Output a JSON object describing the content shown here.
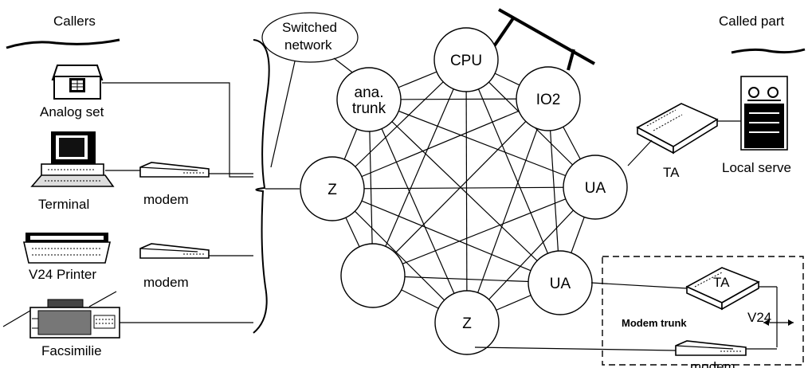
{
  "diagram": {
    "callers_heading": "Callers",
    "called_heading": "Called part",
    "switched_network": [
      "Switched",
      "network"
    ],
    "nodes": {
      "cpu": "CPU",
      "io2": "IO2",
      "ana_trunk": [
        "ana.",
        "trunk"
      ],
      "z_left": "Z",
      "z_bottom": "Z",
      "ua_right": "UA",
      "ua_bottom": "UA",
      "unlabeled": ""
    },
    "devices": {
      "analog_set": "Analog set",
      "terminal": "Terminal",
      "modem_1": "modem",
      "v24_printer": "V24 Printer",
      "modem_2": "modem",
      "facsimilie": "Facsimilie",
      "ta_top": "TA",
      "local_server": "Local serve",
      "ta_bottom": "TA",
      "v24": "V24",
      "modem_trunk": "Modem trunk",
      "modem_bottom": "modem"
    }
  }
}
